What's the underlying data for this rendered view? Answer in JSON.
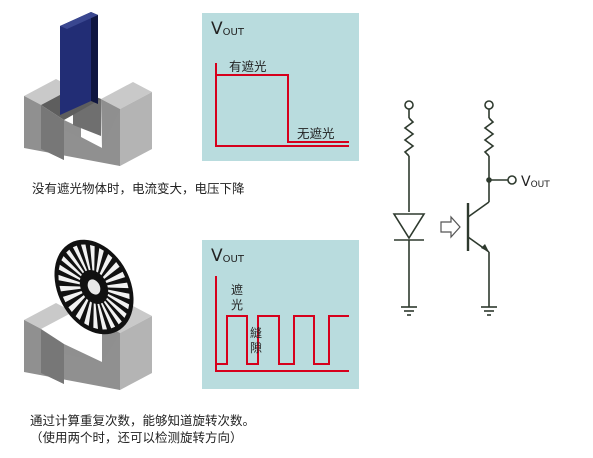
{
  "panel1": {
    "vout_main": "V",
    "vout_sub": "OUT",
    "label_blocked": "有遮光",
    "label_unblocked": "无遮光"
  },
  "caption1": "没有遮光物体时，电流变大，电压下降",
  "panel2": {
    "vout_main": "V",
    "vout_sub": "OUT",
    "label_blocked_line1": "遮",
    "label_blocked_line2": "光",
    "label_gap_line1": "縫",
    "label_gap_line2": "隙"
  },
  "caption2": {
    "line1": "通过计算重复次数，能够知道旋转次数。",
    "line2": "（使用两个时，还可以检测旋转方向）"
  },
  "circuit": {
    "vout_main": "V",
    "vout_sub": "OUT"
  },
  "colors": {
    "panel_bg": "#b9dcde",
    "signal_line": "#d6001c",
    "wire": "#2e3a2e",
    "block_gray": "#9a9a9a",
    "shutter_navy": "#1d2766"
  }
}
